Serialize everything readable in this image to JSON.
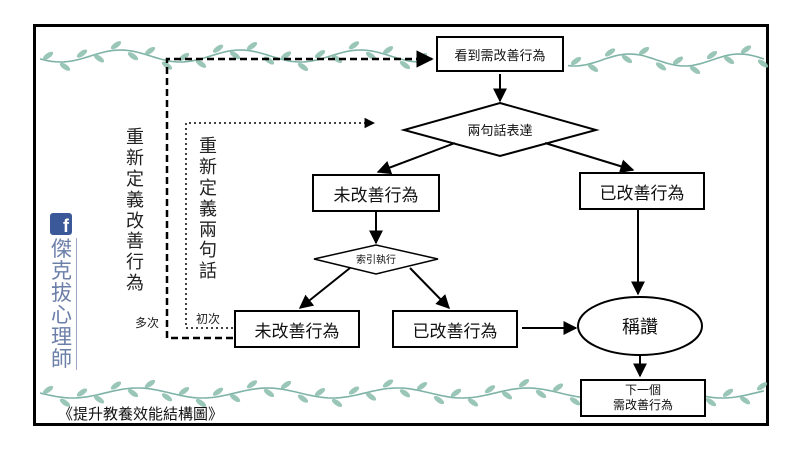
{
  "colors": {
    "vine": "#7fb3a6",
    "leaf": "#8fc0b0",
    "border": "#000000",
    "facebook": "#3b5998"
  },
  "icons": {
    "facebook": "facebook-icon",
    "vine": "vine-decoration"
  },
  "watermark": {
    "brand": "f",
    "name": "傑克拔心理師"
  },
  "side_labels": {
    "redefine_change": "重新定義改善行為",
    "redefine_two_sentences": "重新定義兩句話",
    "many_times": "多次",
    "first_time": "初次"
  },
  "nodes": {
    "see_behavior": "看到需改善行為",
    "two_sentences": "兩句話表達",
    "not_improved_1": "未改善行為",
    "improved_1": "已改善行為",
    "guided_execution": "索引執行",
    "not_improved_2": "未改善行為",
    "improved_2": "已改善行為",
    "praise": "稱讚",
    "next_line1": "下一個",
    "next_line2": "需改善行為"
  },
  "caption": "《提升教養效能結構圖》"
}
